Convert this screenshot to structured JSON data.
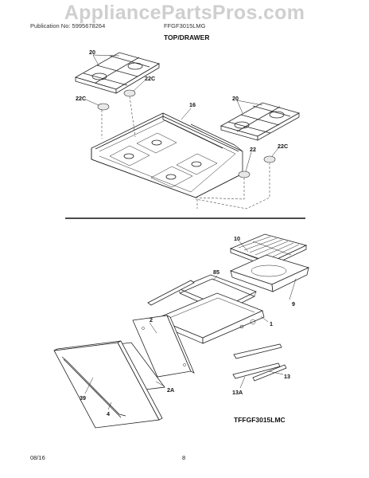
{
  "watermark": "AppliancePartsPros.com",
  "header": {
    "publication": "Publication No: 5995678264",
    "model": "FFGF3015LMG"
  },
  "section_title": "TOP/DRAWER",
  "callouts_top": [
    "20",
    "22C",
    "22C",
    "16",
    "20",
    "22",
    "22C"
  ],
  "callouts_bottom": [
    "10",
    "85",
    "9",
    "2",
    "1",
    "39",
    "2A",
    "4",
    "13",
    "13A"
  ],
  "diagram_code": "TFFGF3015LMC",
  "footer": {
    "date": "08/16",
    "page": "8"
  }
}
